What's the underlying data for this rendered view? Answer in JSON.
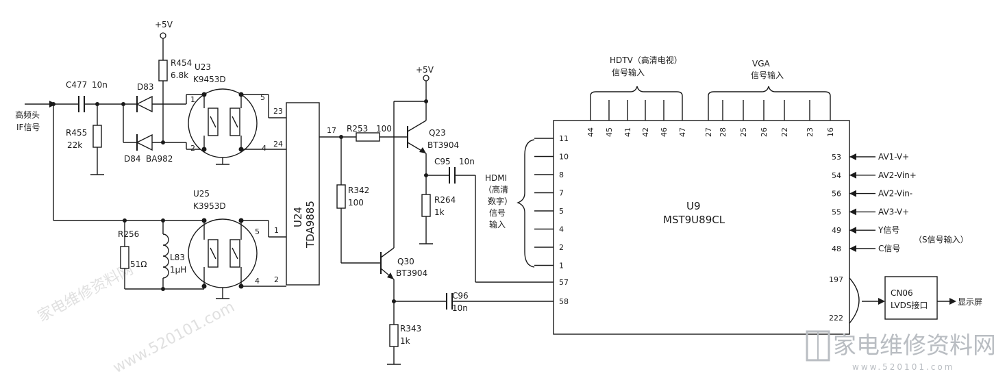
{
  "labels": {
    "input_line1": "高频头",
    "input_line2": "IF信号",
    "c477": "C477",
    "c477_val": "10n",
    "r455": "R455",
    "r455_val": "22k",
    "plus5v_1": "+5V",
    "r454": "R454",
    "r454_val": "6.8k",
    "d83": "D83",
    "d84": "D84",
    "d84_part": "BA982",
    "u23": "U23",
    "u23_part": "K9453D",
    "u25": "U25",
    "u25_part": "K3953D",
    "r256": "R256",
    "r256_val": "51Ω",
    "l83": "L83",
    "l83_val": "1μH",
    "u24": "U24",
    "u24_part": "TDA9885",
    "r253": "R253",
    "r253_val": "100",
    "r342": "R342",
    "r342_val": "100",
    "plus5v_2": "+5V",
    "q23": "Q23",
    "q23_part": "BT3904",
    "c95": "C95",
    "c95_val": "10n",
    "r264": "R264",
    "r264_val": "1k",
    "q30": "Q30",
    "q30_part": "BT3904",
    "c96": "C96",
    "c96_val": "10n",
    "r343": "R343",
    "r343_val": "1k",
    "hdmi_line1": "HDMI",
    "hdmi_line2": "（高清",
    "hdmi_line3": "数字）",
    "hdmi_line4": "信号",
    "hdmi_line5": "输入",
    "hdtv_line1": "HDTV（高清电视）",
    "hdtv_line2": "信号输入",
    "vga_line1": "VGA",
    "vga_line2": "信号输入",
    "u9": "U9",
    "u9_part": "MST9U89CL",
    "cn06": "CN06",
    "cn06_desc": "LVDS接口",
    "display": "显示屏",
    "s_input": "（S信号输入）",
    "watermark_site": "www.520101.com",
    "watermark_cn": "家电维修资料网",
    "logo_cn": "家电维修资料网",
    "logo_url": "www.520101.com"
  },
  "pins": {
    "u23_p1": "1",
    "u23_p2": "2",
    "u23_p5": "5",
    "u23_p4": "4",
    "u24_p23": "23",
    "u24_p24": "24",
    "u24_p1": "1",
    "u24_p2": "2",
    "u24_p17": "17",
    "u25_p5": "5",
    "u25_p4": "4",
    "u9_p57": "57",
    "u9_p58": "58",
    "u9_p197": "197",
    "u9_p222": "222"
  },
  "u9_left_pins": [
    "11",
    "10",
    "8",
    "7",
    "5",
    "4",
    "2",
    "1"
  ],
  "u9_top_pins": [
    "44",
    "45",
    "41",
    "42",
    "46",
    "47",
    "27",
    "28",
    "25",
    "26",
    "22",
    "23",
    "16"
  ],
  "u9_right_pins": [
    {
      "pin": "53",
      "signal": "AV1-V+"
    },
    {
      "pin": "54",
      "signal": "AV2-Vin+"
    },
    {
      "pin": "56",
      "signal": "AV2-Vin-"
    },
    {
      "pin": "55",
      "signal": "AV3-V+"
    },
    {
      "pin": "49",
      "signal": "Y信号"
    },
    {
      "pin": "48",
      "signal": "C信号"
    }
  ]
}
